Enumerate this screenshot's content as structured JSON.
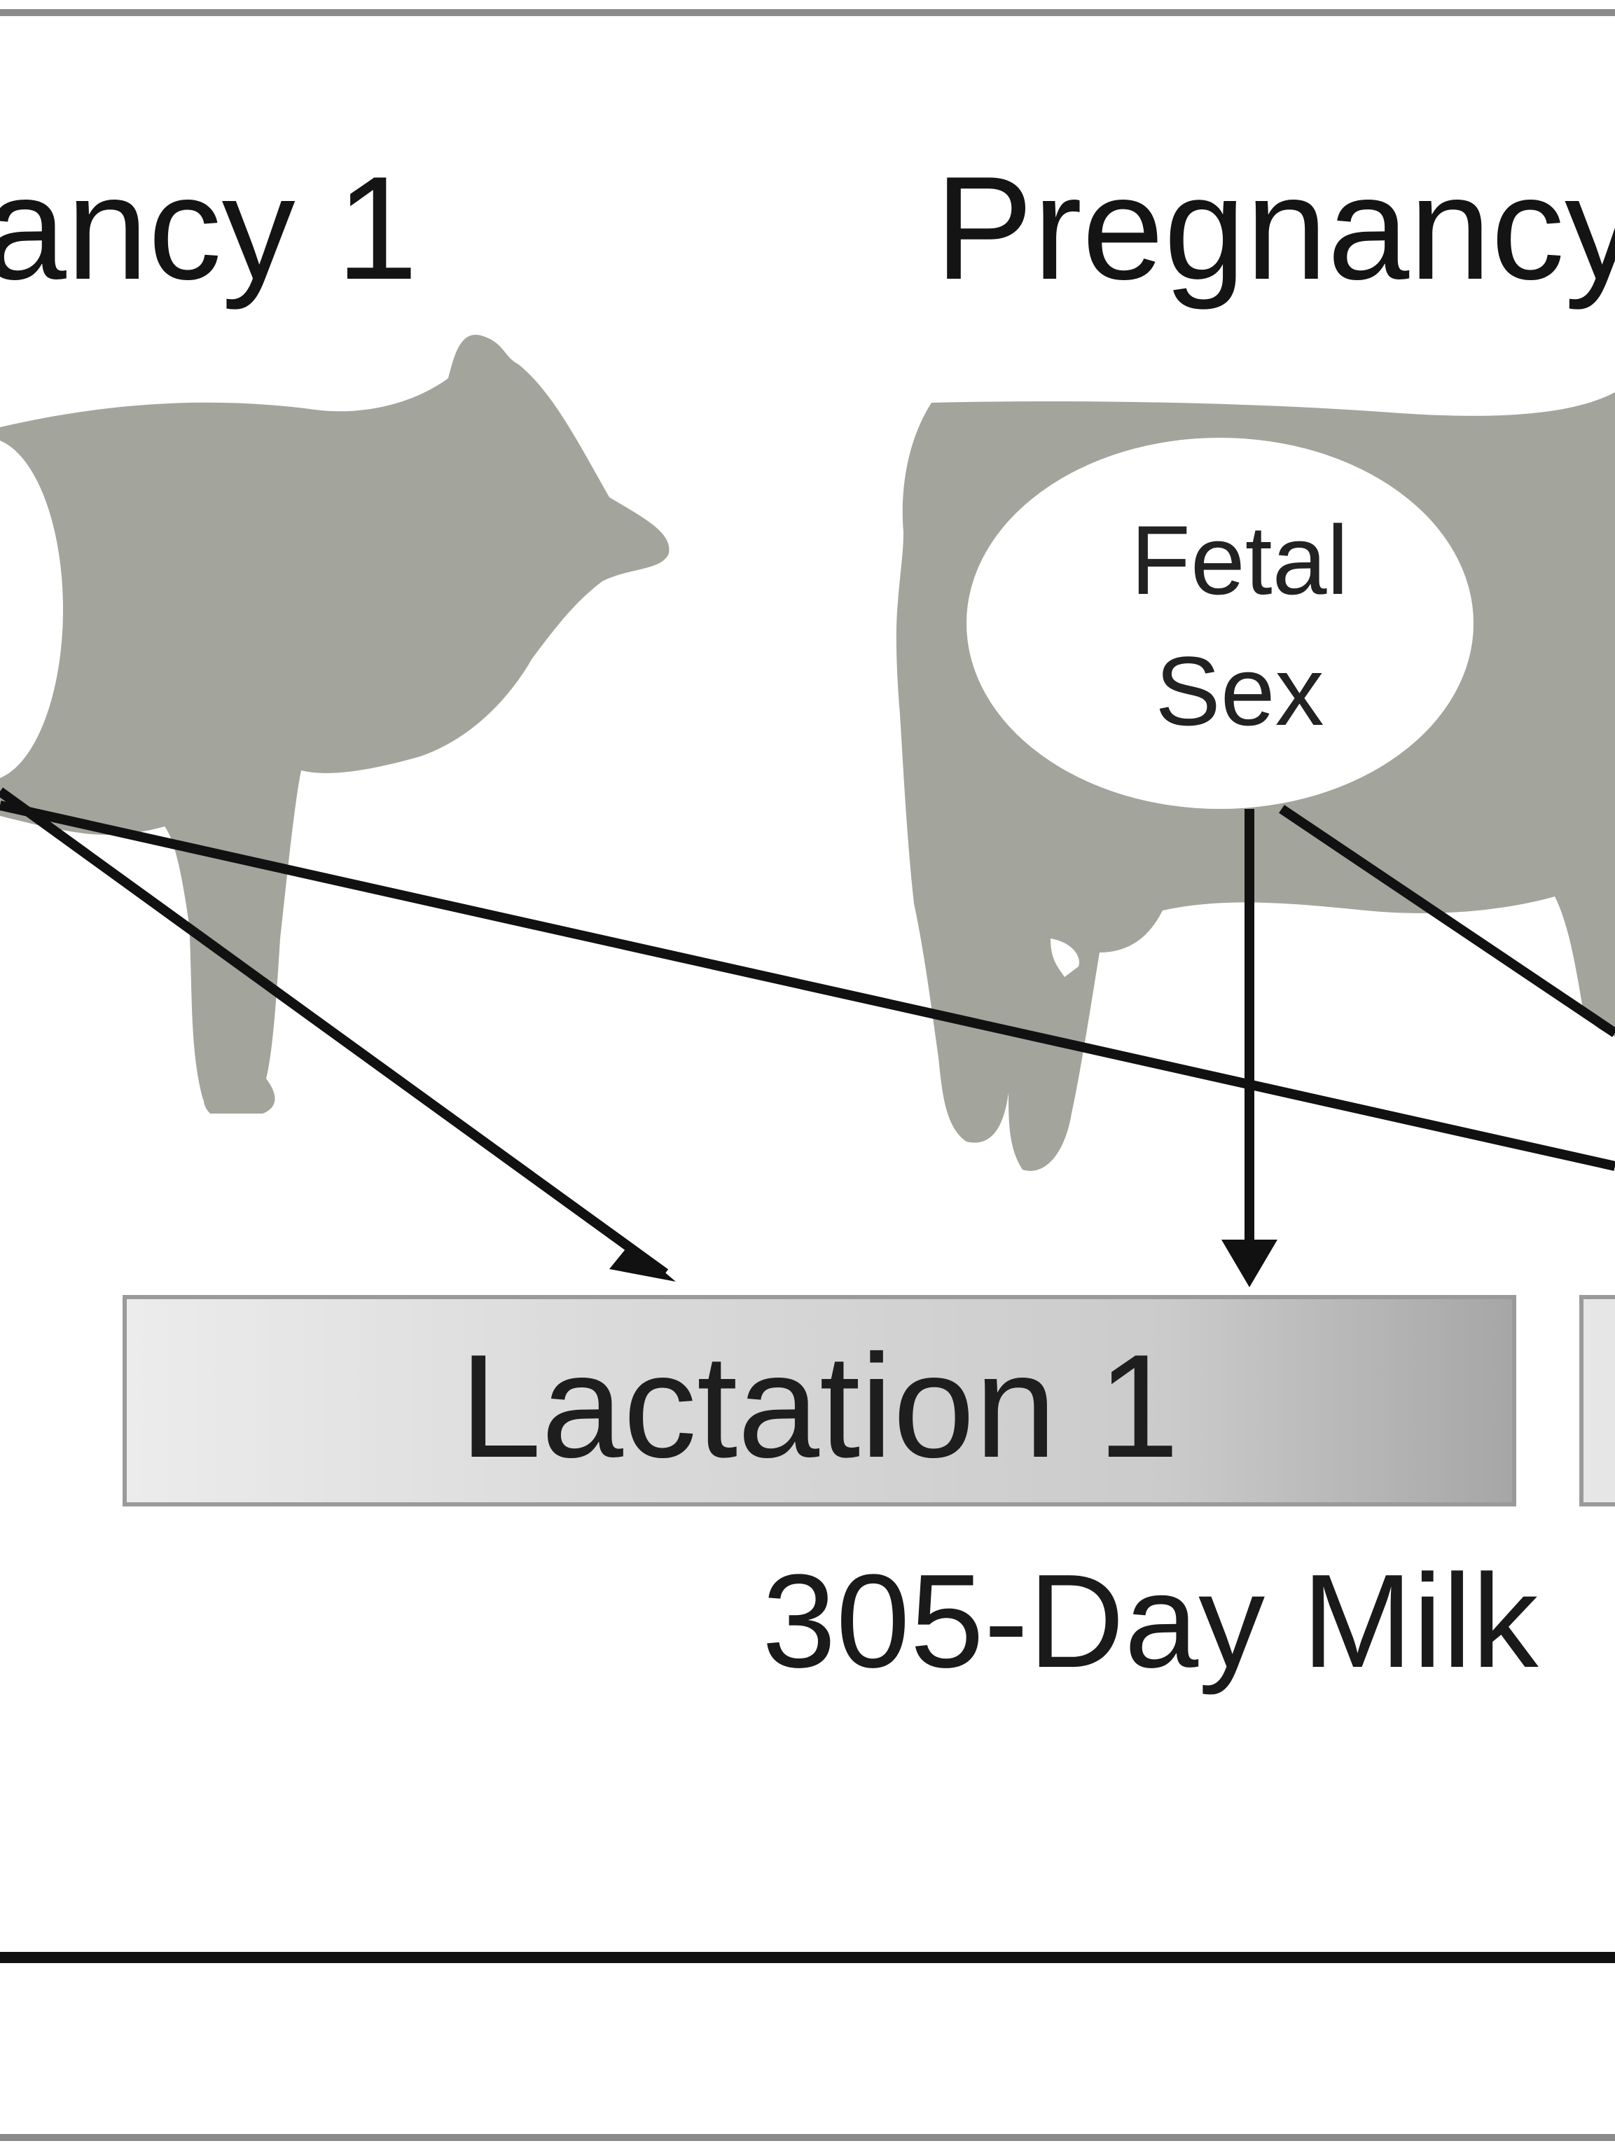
{
  "headings": {
    "left": "ancy 1",
    "right": "Pregnancy"
  },
  "oval": {
    "line1": "Fetal",
    "line2": "Sex"
  },
  "bar": {
    "label": "Lactation 1"
  },
  "subtitle": "305-Day Milk",
  "colors": {
    "silhouette": "#a3a49c",
    "arrow": "#111111",
    "bar_light": "#ebebeb",
    "bar_dark": "#a8a8a8",
    "frame": "#7a7a7a"
  }
}
